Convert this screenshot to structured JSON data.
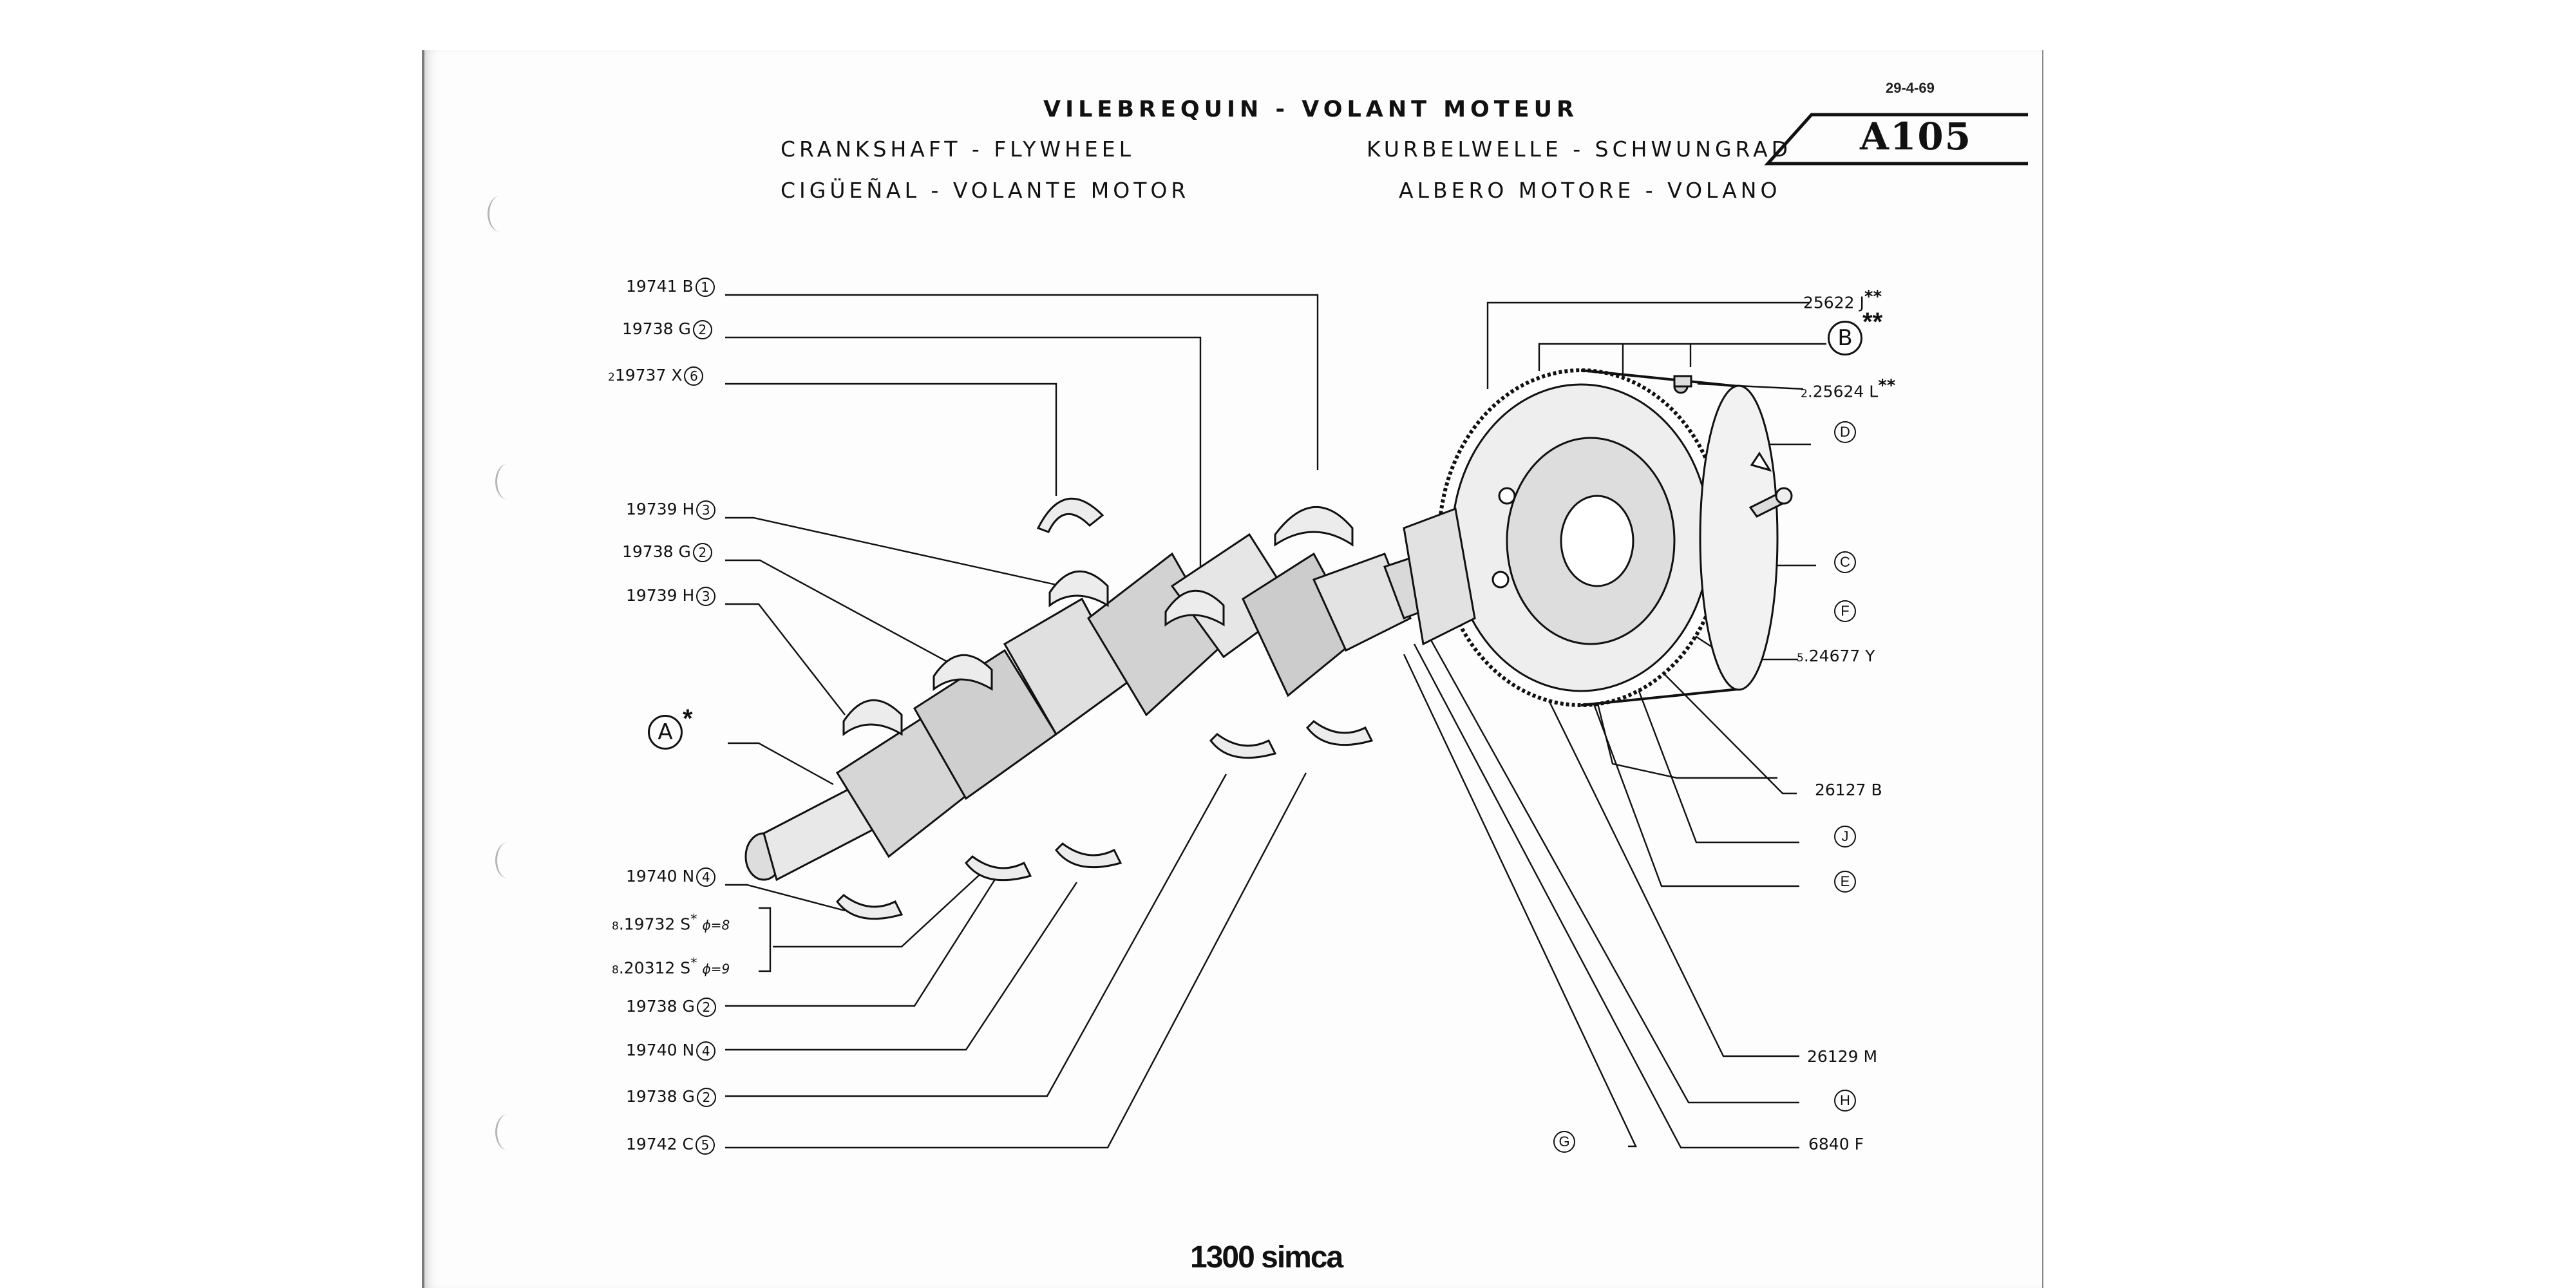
{
  "header": {
    "title_fr": "VILEBREQUIN - VOLANT MOTEUR",
    "title_en": "CRANKSHAFT - FLYWHEEL",
    "title_de": "KURBELWELLE - SCHWUNGRAD",
    "title_es": "CIGÜEÑAL - VOLANTE MOTOR",
    "title_it": "ALBERO MOTORE - VOLANO",
    "date": "29-4-69",
    "sheet_code": "A105"
  },
  "left_labels": [
    {
      "part": "19741",
      "suffix": "B",
      "ref": "1"
    },
    {
      "part": "19738",
      "suffix": "G",
      "ref": "2"
    },
    {
      "part": "19737",
      "qty": "2",
      "suffix": "X",
      "ref": "6"
    },
    {
      "part": "19739",
      "suffix": "H",
      "ref": "3"
    },
    {
      "part": "19738",
      "suffix": "G",
      "ref": "2"
    },
    {
      "part": "19739",
      "suffix": "H",
      "ref": "3"
    },
    {
      "part": "19740",
      "suffix": "N",
      "ref": "4"
    },
    {
      "part": "19732",
      "qty": "8",
      "suffix": "S",
      "phi": "ϕ=8"
    },
    {
      "part": "20312",
      "qty": "8",
      "suffix": "S",
      "phi": "ϕ=9"
    },
    {
      "part": "19738",
      "suffix": "G",
      "ref": "2"
    },
    {
      "part": "19740",
      "suffix": "N",
      "ref": "4"
    },
    {
      "part": "19738",
      "suffix": "G",
      "ref": "2"
    },
    {
      "part": "19742",
      "suffix": "C",
      "ref": "5"
    }
  ],
  "crankshaft_callout": "A",
  "right_labels": {
    "r1": {
      "part": "25622",
      "suffix": "J"
    },
    "r2": {
      "circle": "B"
    },
    "r3": {
      "part": "25624",
      "qty": "2",
      "suffix": "L"
    },
    "r4": {
      "circle": "D"
    },
    "r5": {
      "circle": "C"
    },
    "r6": {
      "circle": "F"
    },
    "r7": {
      "part": "24677",
      "qty": "5",
      "suffix": "Y"
    },
    "r8": {
      "part": "26127",
      "suffix": "B"
    },
    "r9": {
      "circle": "J"
    },
    "r10": {
      "circle": "E"
    },
    "r11": {
      "part": "26129",
      "suffix": "M"
    },
    "r12": {
      "circle": "H"
    },
    "r13": {
      "part": "6840",
      "suffix": "F"
    },
    "r14": {
      "circle": "G"
    }
  },
  "star_single": "*",
  "star_double": "**",
  "brand": "1300 simca"
}
